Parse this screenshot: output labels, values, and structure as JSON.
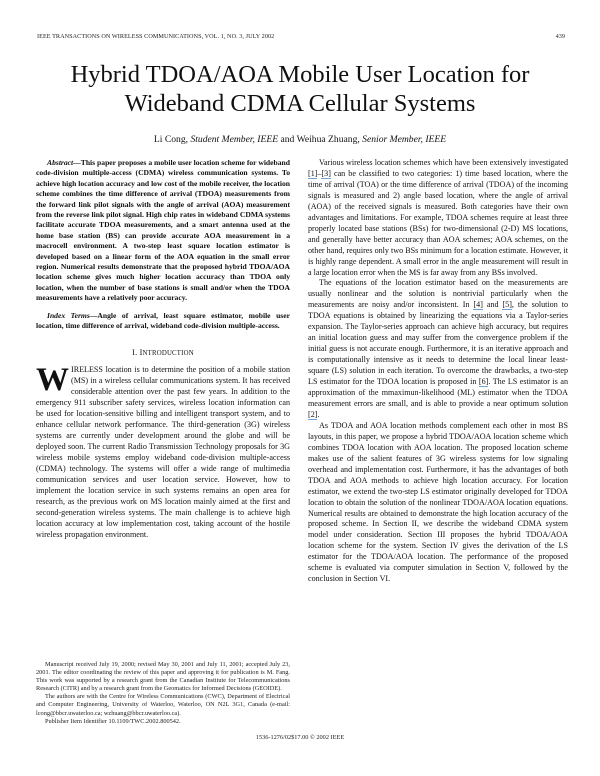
{
  "running_head": {
    "journal": "IEEE TRANSACTIONS ON WIRELESS COMMUNICATIONS, VOL. 1, NO. 3, JULY 2002",
    "page_number": "439"
  },
  "title": {
    "line1": "Hybrid TDOA/AOA Mobile User Location for",
    "line2": "Wideband CDMA Cellular Systems"
  },
  "authors": {
    "author1": "Li Cong,",
    "author1_role": "Student Member, IEEE",
    "conjunction": "and",
    "author2": "Weihua Zhuang,",
    "author2_role": "Senior Member, IEEE"
  },
  "abstract": {
    "lead": "Abstract",
    "text": "—This paper proposes a mobile user location scheme for wideband code-division multiple-access (CDMA) wireless communication systems. To achieve high location accuracy and low cost of the mobile receiver, the location scheme combines the time difference of arrival (TDOA) measurements from the forward link pilot signals with the angle of arrival (AOA) measurement from the reverse link pilot signal. High chip rates in wideband CDMA systems facilitate accurate TDOA measurements, and a smart antenna used at the home base station (BS) can provide accurate AOA measurement in a macrocell environment. A two-step least square location estimator is developed based on a linear form of the AOA equation in the small error region. Numerical results demonstrate that the proposed hybrid TDOA/AOA location scheme gives much higher location accuracy than TDOA only location, when the number of base stations is small and/or when the TDOA measurements have a relatively poor accuracy."
  },
  "index_terms": {
    "lead": "Index Terms",
    "text": "—Angle of arrival, least square estimator, mobile user location, time difference of arrival, wideband code-division multiple-access."
  },
  "section1": {
    "number": "I.",
    "heading_first": "I",
    "heading_rest": "NTRODUCTION",
    "dropcap": "W",
    "paragraph1": "IRELESS location is to determine the position of a mobile station (MS) in a wireless cellular communications system. It has received considerable attention over the past few years. In addition to the emergency 911 subscriber safety services, wireless location information can be used for location-sensitive billing and intelligent transport system, and to enhance cellular network performance. The third-generation (3G) wireless systems are currently under development around the globe and will be deployed soon. The current Radio Transmission Technology proposals for 3G wireless mobile systems employ wideband code-division multiple-access (CDMA) technology. The systems will offer a wide range of multimedia communication services and user location service. However, how to implement the location service in such systems remains an open area for research, as the previous work on MS location mainly aimed at the first and second-generation wireless systems. The main challenge is to achieve high location accuracy at low implementation cost, taking account of the hostile wireless propagation environment."
  },
  "right_column": {
    "p1_a": "Various wireless location schemes which have been extensively investigated ",
    "p1_cite1": "[1]",
    "p1_dash": "–",
    "p1_cite2": "[3]",
    "p1_b": " can be classified to two categories: 1) time based location, where the time of arrival (TOA) or the time difference of arrival (TDOA) of the incoming signals is measured and 2) angle based location, where the angle of arrival (AOA) of the received signals is measured. Both categories have their own advantages and limitations. For example, TDOA schemes require at least three properly located base stations (BSs) for two-dimensional (2-D) MS locations, and generally have better accuracy than AOA schemes; AOA schemes, on the other hand, requires only two BSs minimum for a location estimate. However, it is highly range dependent. A small error in the angle measurement will result in a large location error when the MS is far away from any BSs involved.",
    "p2_a": "The equations of the location estimator based on the measurements are usually nonlinear and the solution is nontrivial particularly when the measurements are noisy and/or inconsistent. In ",
    "p2_cite1": "[4]",
    "p2_and": " and ",
    "p2_cite2": "[5]",
    "p2_b": ", the solution to TDOA equations is obtained by linearizing the equations via a Taylor-series expansion. The Taylor-series approach can achieve high accuracy, but requires an initial location guess and may suffer from the convergence problem if the initial guess is not accurate enough. Furthermore, it is an iterative approach and is computationally intensive as it needs to determine the local linear least-square (LS) solution in each iteration. To overcome the drawbacks, a two-step LS estimator for the TDOA location is proposed in ",
    "p2_cite3": "[6]",
    "p2_c": ". The LS estimator is an approximation of the mmaximun-likelihood (ML) estimator when the TDOA measurement errors are small, and is able to provide a near optimum solution ",
    "p2_cite4": "[2]",
    "p2_d": ".",
    "p3": "As TDOA and AOA location methods complement each other in most BS layouts, in this paper, we propose a hybrid TDOA/AOA location scheme which combines TDOA location with AOA location. The proposed location scheme makes use of the salient features of 3G wireless systems for low signaling overhead and implementation cost. Furthermore, it has the advantages of both TDOA and AOA methods to achieve high location accuracy. For location estimator, we extend the two-step LS estimator originally developed for TDOA location to obtain the solution of the nonlinear TDOA/AOA location equations. Numerical results are obtained to demonstrate the high location accuracy of the proposed scheme. In Section II, we describe the wideband CDMA system model under consideration. Section III proposes the hybrid TDOA/AOA location scheme for the system. Section IV gives the derivation of the LS estimator for the TDOA/AOA location. The performance of the proposed scheme is evaluated via computer simulation in Section V, followed by the conclusion in Section VI."
  },
  "footnote": {
    "p1": "Manuscript received July 19, 2000; revised May 30, 2001 and July 11, 2001; accepted July 23, 2001. The editor coordinating the review of this paper and approving it for publication is M. Fang. This work was supported by a research grant from the Canadian Institute for Telecommunications Research (CITR) and by a research grant from the Geomatics for Informed Decisions (GEOIDE).",
    "p2": "The authors are with the Centre for Wireless Communications (CWC), Department of Electrical and Computer Engineering, University of Waterloo, Waterloo, ON N2L 3G1, Canada (e-mail: lcong@bbcr.uwaterloo.ca; wzhuang@bbcr.uwaterloo.ca).",
    "p3": "Publisher Item Identifier 10.1109/TWC.2002.800542."
  },
  "copyright": "1536-1276/02$17.00 © 2002 IEEE"
}
